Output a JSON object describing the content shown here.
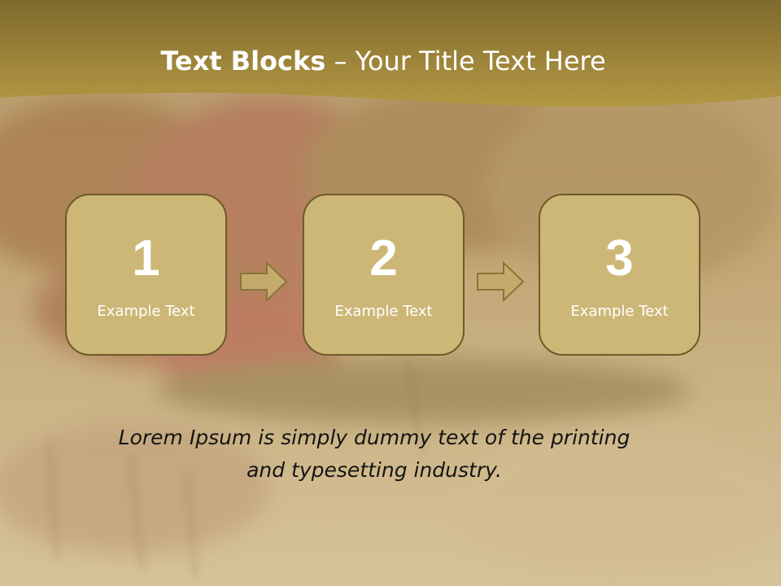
{
  "slide": {
    "title": {
      "bold": "Text Blocks",
      "separator": " – ",
      "regular": "Your Title Text Here"
    },
    "steps": [
      {
        "number": "1",
        "label": "Example Text"
      },
      {
        "number": "2",
        "label": "Example Text"
      },
      {
        "number": "3",
        "label": "Example Text"
      }
    ],
    "caption_line_1": "Lorem Ipsum is simply dummy text of the printing",
    "caption_line_2": "and typesetting industry."
  },
  "colors": {
    "header_band": "#9a8032",
    "box_fill": "#cdb777",
    "box_border": "#6e5a28",
    "arrow_fill": "#c4ab6c",
    "text_light": "#ffffff",
    "text_dark": "#141414"
  }
}
